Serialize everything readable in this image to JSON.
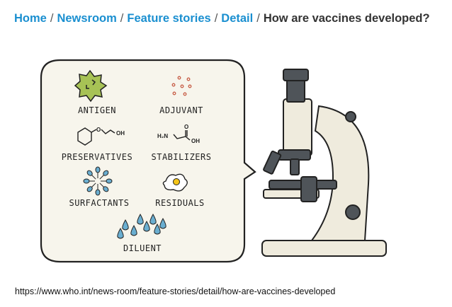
{
  "breadcrumb": {
    "items": [
      "Home",
      "Newsroom",
      "Feature stories",
      "Detail"
    ],
    "current": "How are vaccines developed?",
    "separator": "/"
  },
  "illustration": {
    "labels": {
      "antigen": "ANTIGEN",
      "adjuvant": "ADJUVANT",
      "preservatives": "PRESERVATIVES",
      "stabilizers": "STABILIZERS",
      "surfactants": "SURFACTANTS",
      "residuals": "RESIDUALS",
      "diluent": "DILUENT"
    },
    "chem": {
      "oh1": "OH",
      "o": "O",
      "h2n": "H₂N",
      "oh2": "OH",
      "o2": "O"
    },
    "colors": {
      "bubble": "#f7f5ec",
      "antigen": "#a7c255",
      "drop": "#6aaed0",
      "adjuvant": "#c8604a",
      "yolk": "#f5c518",
      "scope_body": "#efebdd",
      "scope_dark": "#4f5459"
    }
  },
  "source_url": "https://www.who.int/news-room/feature-stories/detail/how-are-vaccines-developed"
}
